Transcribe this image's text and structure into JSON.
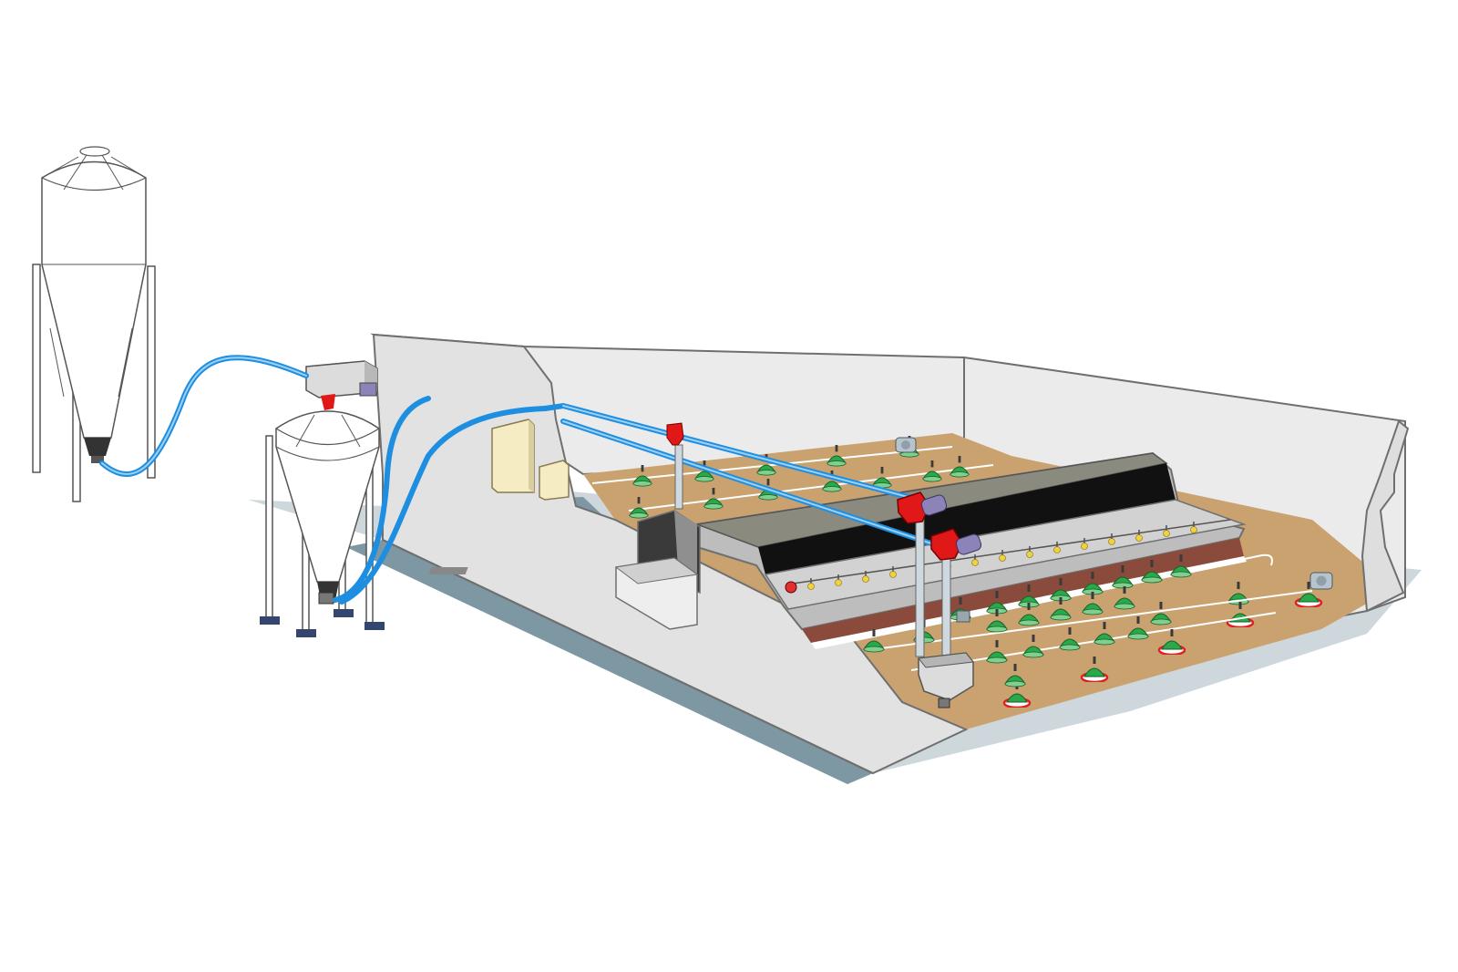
{
  "diagram": {
    "subject": "poultry-house-automatic-feeding-system",
    "text_labels": [],
    "colors": {
      "background": "#ffffff",
      "wall": "#e9e9e9",
      "wall_stroke": "#6f6f6f",
      "floor": "#c9a270",
      "ground": "#7d97a3",
      "ground_light": "#ced7dc",
      "feed_tube": "#1e8fe0",
      "feeder_green": "#2aa84a",
      "feeder_pan_red": "#e02020",
      "drive_unit_red": "#e01818",
      "motor_purple": "#8c84b8",
      "center_roof": "#8a8a7e",
      "center_belt": "#111111",
      "center_base": "#8a4a3c",
      "silo_fill": "#ffffff",
      "control_box": "#f5ecc4"
    },
    "components": [
      "feed-silo-large",
      "feed-silo-hopper",
      "auger-feed-tube",
      "transfer-unit",
      "control-box",
      "poultry-house",
      "center-platform",
      "drive-unit",
      "pan-feeder-line",
      "drinker-line"
    ]
  }
}
